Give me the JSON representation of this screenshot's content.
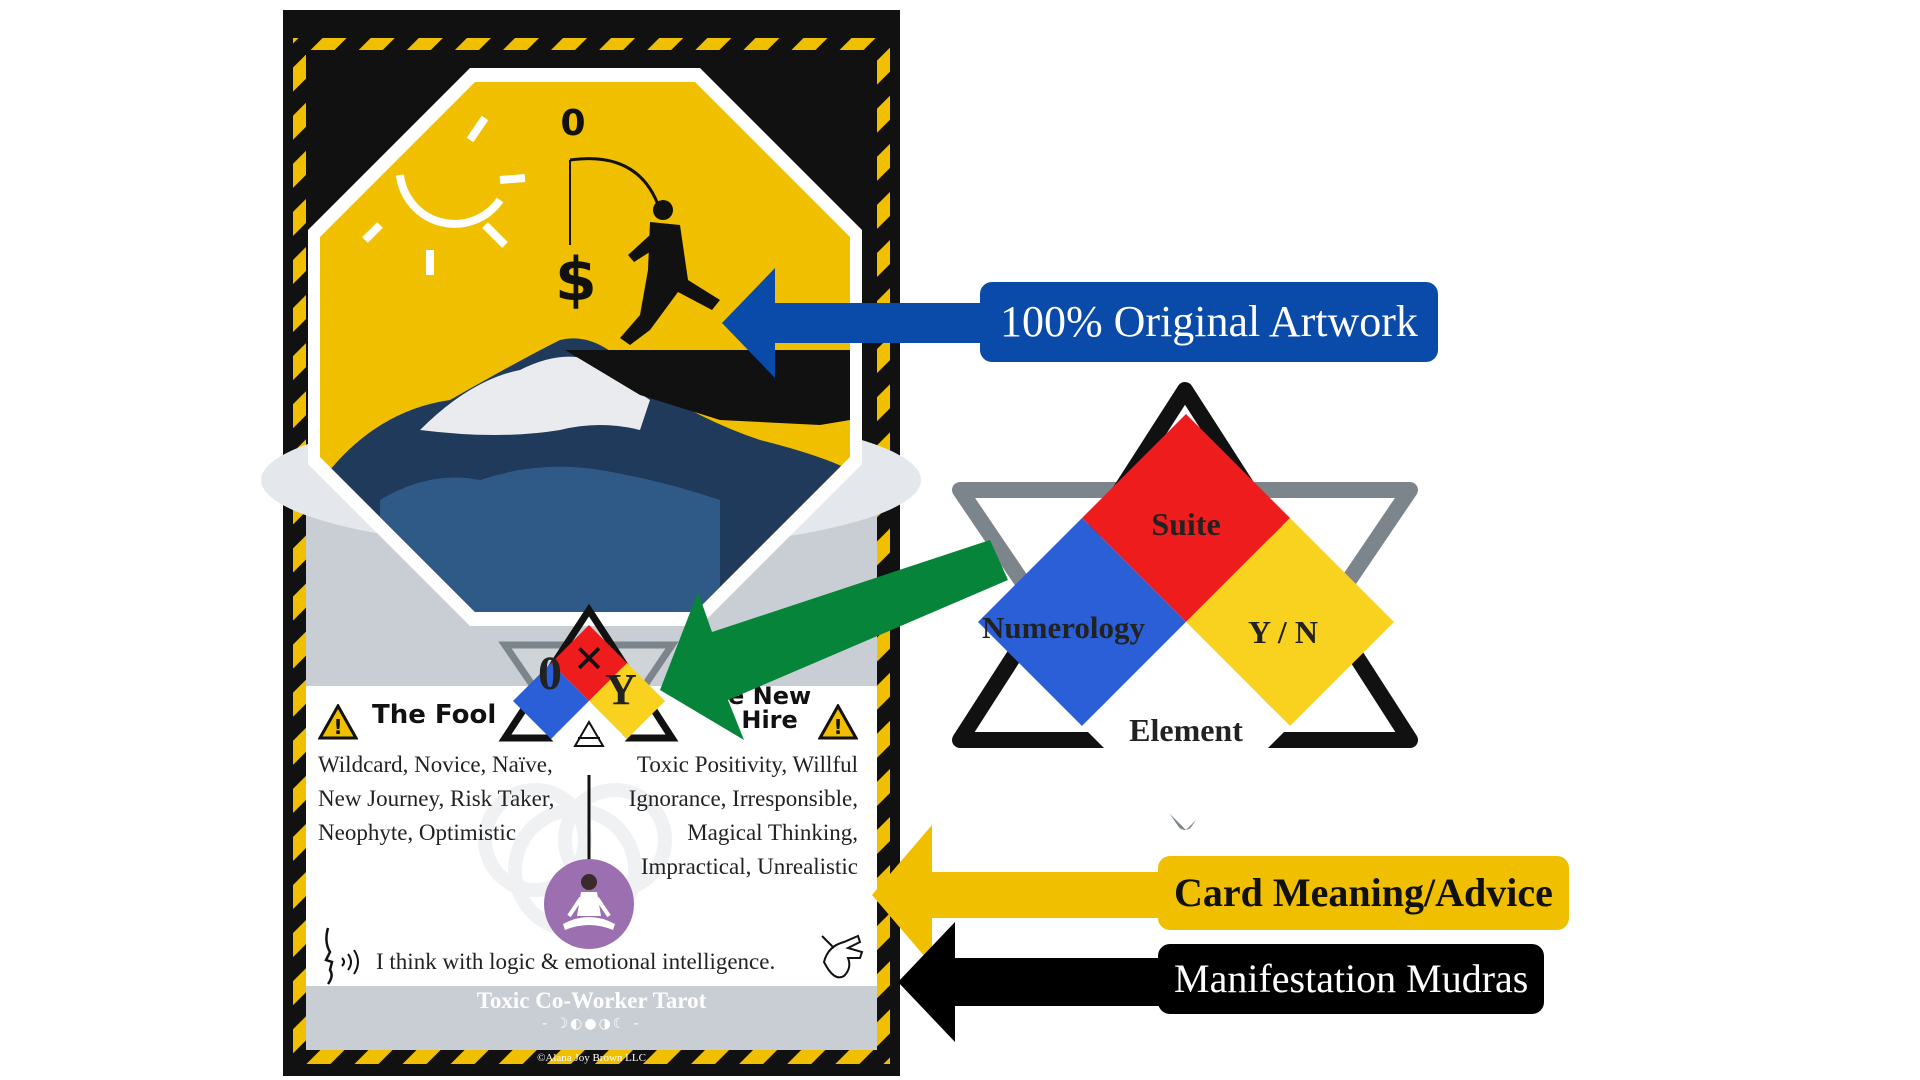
{
  "colors": {
    "hazard_yellow": "#f0bf00",
    "hazard_black": "#111111",
    "callout_blue": "#0a4aa8",
    "callout_green": "#06853a",
    "callout_yellow": "#f0c000",
    "callout_black": "#000000",
    "diamond_red": "#ee1c1c",
    "diamond_blue": "#2b5fd8",
    "diamond_yellow": "#f8d21e",
    "star_gray": "#7d858c"
  },
  "card": {
    "number": "0",
    "title_left": "The Fool",
    "title_right_line1": "e New",
    "title_right_line2": "Hire",
    "diamond_number": "0",
    "diamond_yn": "Y",
    "upright_lines": [
      "Wildcard, Novice, Naïve,",
      "New Journey, Risk Taker,",
      "Neophyte, Optimistic"
    ],
    "reversed_lines": [
      "Toxic Positivity, Willful",
      "Ignorance, Irresponsible,",
      "Magical Thinking,",
      "Impractical, Unrealistic"
    ],
    "affirmation": "I think with logic & emotional intelligence.",
    "deck_name": "Toxic Co-Worker Tarot",
    "copyright": "©Alana Joy Brown LLC"
  },
  "legend": {
    "suite": "Suite",
    "numerology": "Numerology",
    "yn": "Y / N",
    "element": "Element"
  },
  "callouts": {
    "artwork": "100% Original Artwork",
    "meaning": "Card Meaning/Advice",
    "mudras": "Manifestation Mudras"
  },
  "icons": [
    "sun-icon",
    "dollar-icon",
    "warning-icon",
    "air-element-icon",
    "meditation-icon",
    "speaking-head-icon",
    "mudra-hand-icon",
    "moon-phases-icon",
    "biohazard-watermark-icon"
  ]
}
